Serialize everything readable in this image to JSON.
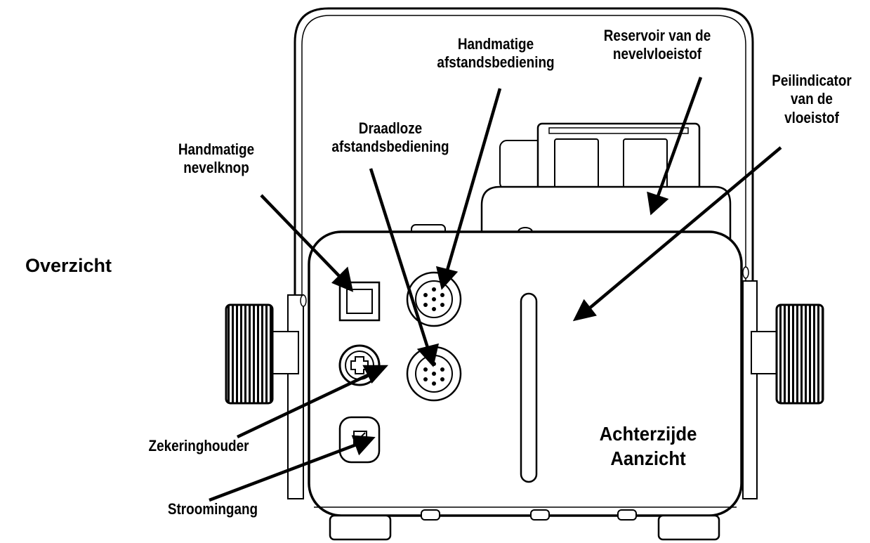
{
  "title": "Overzicht",
  "view_label": {
    "line1": "Achterzijde",
    "line2": "Aanzicht"
  },
  "callouts": {
    "manual_remote": {
      "line1": "Handmatige",
      "line2": "afstandsbediening"
    },
    "reservoir": {
      "line1": "Reservoir van de",
      "line2": "nevelvloeistof"
    },
    "level_indicator": {
      "line1": "Peilindicator",
      "line2": "van de",
      "line3": "vloeistof"
    },
    "wireless_remote": {
      "line1": "Draadloze",
      "line2": "afstandsbediening"
    },
    "manual_fog_button": {
      "line1": "Handmatige",
      "line2": "nevelknop"
    },
    "fuse_holder": {
      "line1": "Zekeringhouder"
    },
    "power_input": {
      "line1": "Stroomingang"
    }
  },
  "colors": {
    "ink": "#000000",
    "paper": "#ffffff"
  }
}
